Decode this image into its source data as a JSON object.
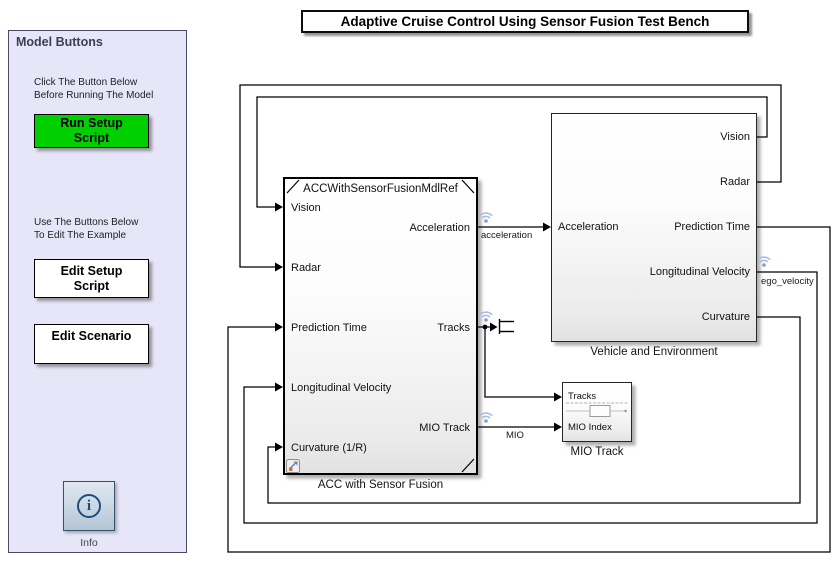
{
  "diagram_title": "Adaptive Cruise Control Using Sensor Fusion Test Bench",
  "model_buttons_panel": {
    "title": "Model Buttons",
    "run_instruction": "Click The Button Below\nBefore Running The Model",
    "run_button_label": "Run Setup\nScript",
    "edit_instruction": "Use The Buttons Below\nTo Edit The Example",
    "edit_setup_button_label": "Edit Setup\nScript",
    "edit_scenario_button_label": "Edit Scenario",
    "info_button_label": "Info",
    "info_icon_glyph": "i"
  },
  "blocks": {
    "acc": {
      "header": "ACCWithSensorFusionMdlRef",
      "label": "ACC with Sensor Fusion",
      "inputs": [
        "Vision",
        "Radar",
        "Prediction Time",
        "Longitudinal Velocity",
        "Curvature (1/R)"
      ],
      "outputs": [
        "Acceleration",
        "Tracks",
        "MIO Track"
      ]
    },
    "vehicle": {
      "label": "Vehicle and Environment",
      "inputs": [
        "Acceleration"
      ],
      "outputs": [
        "Vision",
        "Radar",
        "Prediction Time",
        "Longitudinal Velocity",
        "Curvature"
      ]
    },
    "mio": {
      "label": "MIO Track",
      "inputs": [
        "Tracks",
        "MIO Index"
      ]
    }
  },
  "signal_labels": {
    "acceleration": "acceleration",
    "ego_velocity": "ego_velocity",
    "mio": "MIO"
  },
  "connections": [
    {
      "from": "ACC with Sensor Fusion / Acceleration",
      "to": "Vehicle and Environment / Acceleration",
      "label": "acceleration",
      "logged": true
    },
    {
      "from": "Vehicle and Environment / Vision",
      "to": "ACC with Sensor Fusion / Vision"
    },
    {
      "from": "Vehicle and Environment / Radar",
      "to": "ACC with Sensor Fusion / Radar"
    },
    {
      "from": "Vehicle and Environment / Prediction Time",
      "to": "ACC with Sensor Fusion / Prediction Time"
    },
    {
      "from": "Vehicle and Environment / Longitudinal Velocity",
      "to": "ACC with Sensor Fusion / Longitudinal Velocity",
      "label": "ego_velocity",
      "logged": true
    },
    {
      "from": "Vehicle and Environment / Curvature",
      "to": "ACC with Sensor Fusion / Curvature (1/R)"
    },
    {
      "from": "ACC with Sensor Fusion / Tracks",
      "to": "MIO Track / Tracks",
      "logged": true
    },
    {
      "from": "ACC with Sensor Fusion / MIO Track",
      "to": "MIO Track / MIO Index",
      "label": "MIO",
      "logged": true
    }
  ],
  "colors": {
    "panel_background": "#e6e6f8",
    "run_button_green": "#00cf00",
    "wifi_badge_blue": "#a4bbe2",
    "info_icon_blue": "#1d4e7e",
    "wire_black": "#000000"
  }
}
